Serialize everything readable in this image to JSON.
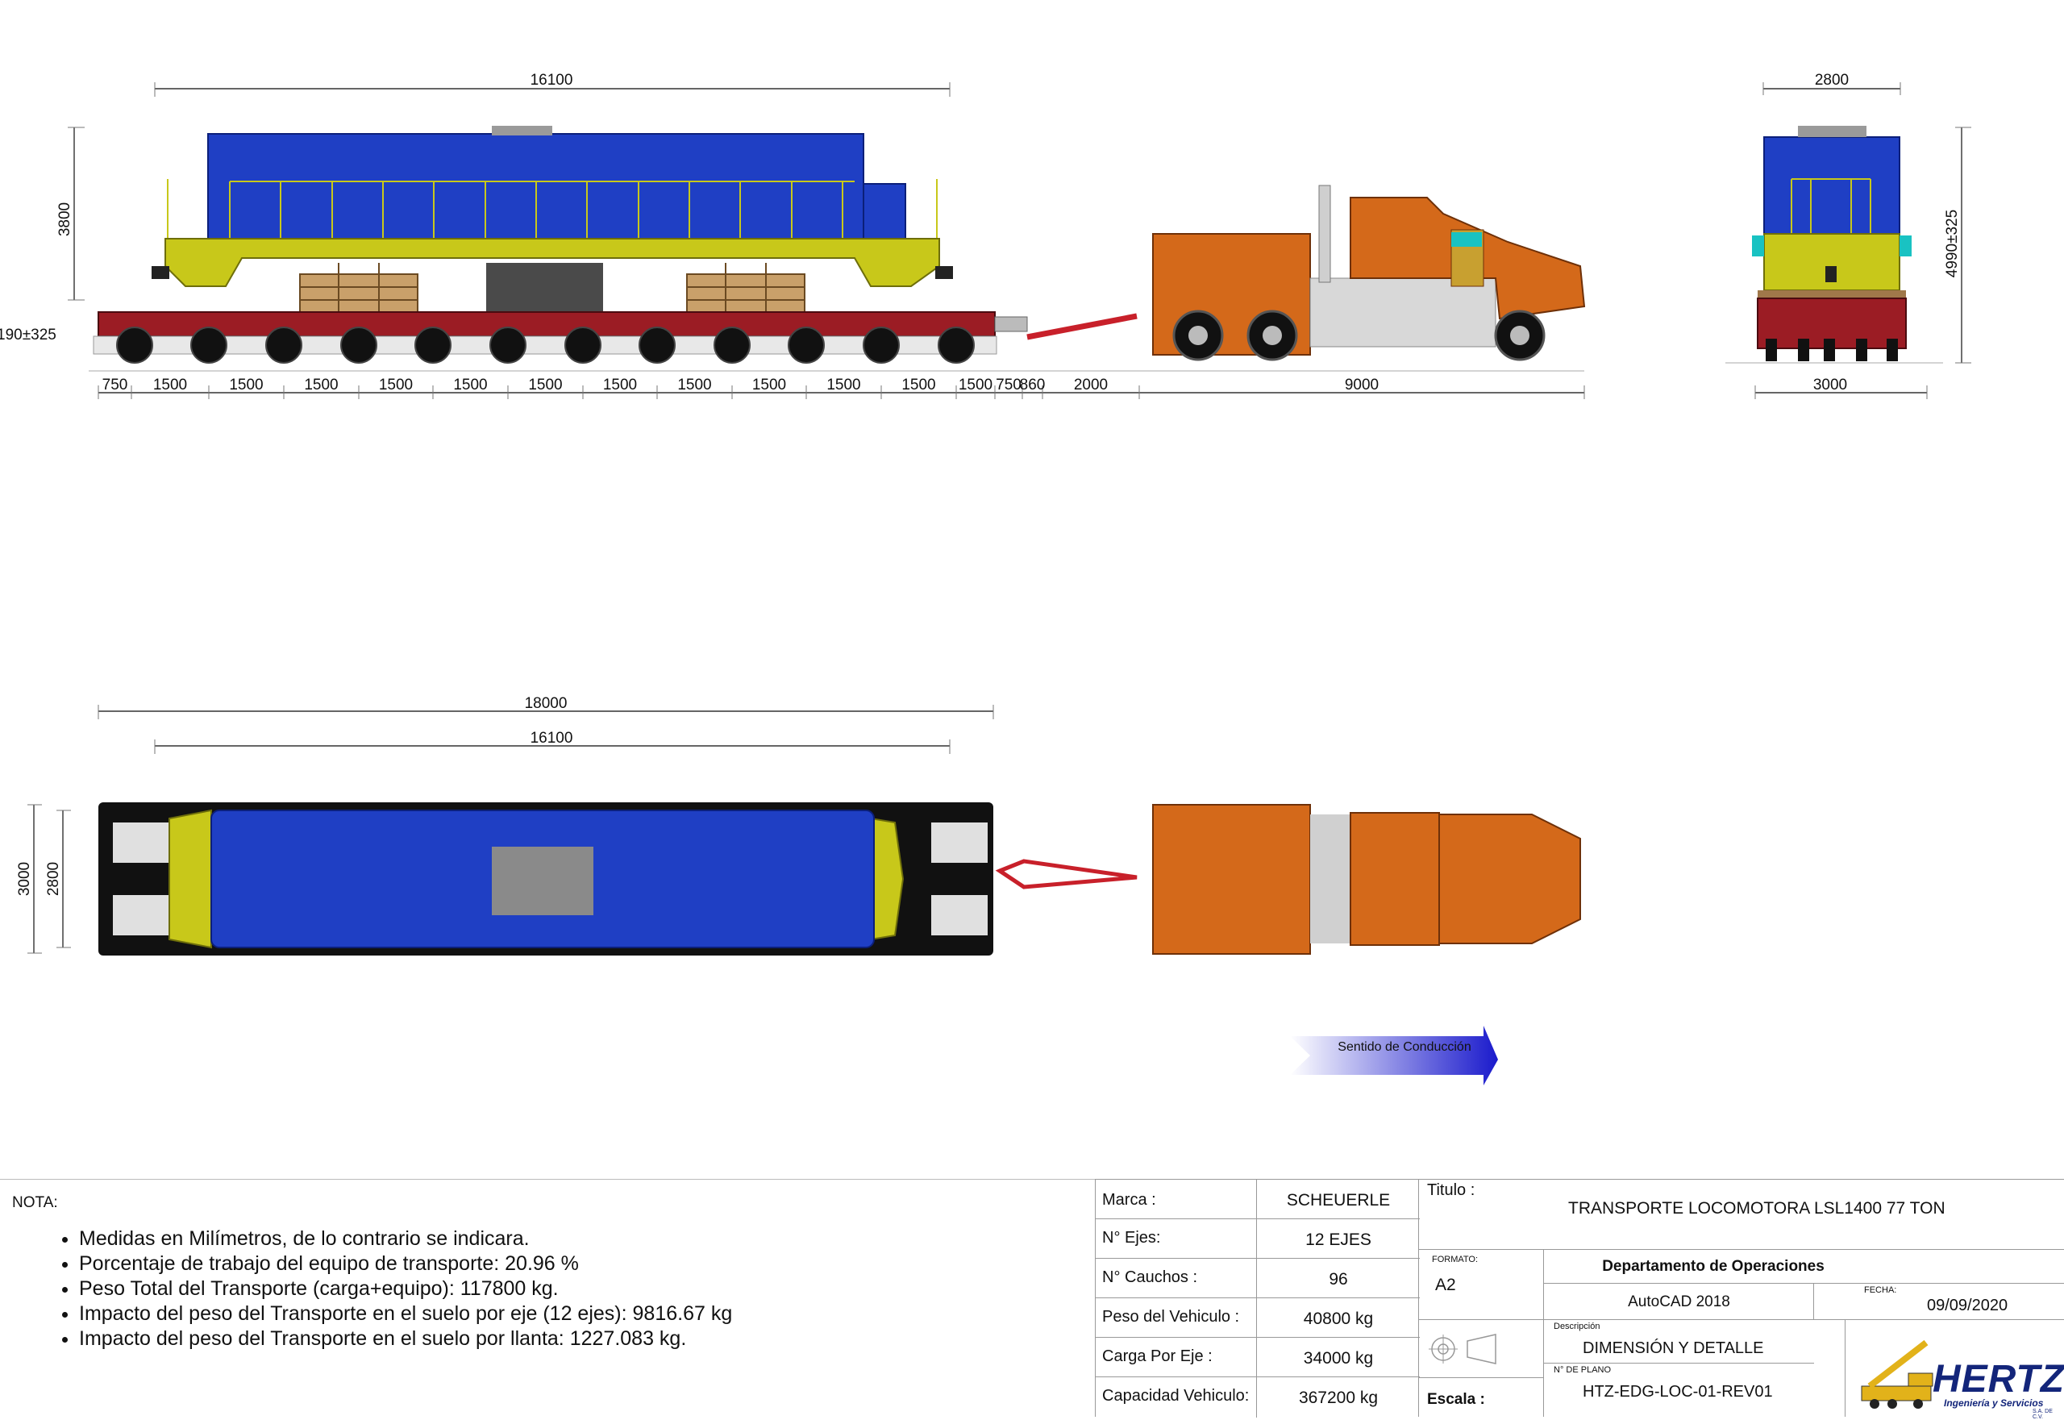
{
  "dimensions": {
    "side_overall": "16100",
    "side_height": "3800",
    "side_ground": "190±325",
    "axle_spacing": [
      "750",
      "1500",
      "1500",
      "1500",
      "1500",
      "1500",
      "1500",
      "1500",
      "1500",
      "1500",
      "1500",
      "1500",
      "1500",
      "750",
      "860",
      "2000",
      "9000"
    ],
    "front_width_top": "2800",
    "front_width_bottom": "3000",
    "front_height": "4990±325",
    "top_overall": "18000",
    "top_locomotive": "16100",
    "top_width_outer": "3000",
    "top_width_inner": "2800"
  },
  "direction": {
    "label": "Sentido de Conducción"
  },
  "notes": {
    "title": "NOTA:",
    "items": [
      "Medidas en Milímetros, de lo contrario se indicara.",
      "Porcentaje de trabajo del equipo de transporte: 20.96 %",
      "Peso Total del Transporte (carga+equipo):  117800 kg.",
      "Impacto del peso del Transporte en el suelo por eje (12 ejes):  9816.67 kg",
      "Impacto del peso del Transporte en el suelo por llanta: 1227.083 kg."
    ]
  },
  "specs": [
    {
      "label": "Marca :",
      "value": "SCHEUERLE"
    },
    {
      "label": "N° Ejes:",
      "value": "12 EJES"
    },
    {
      "label": "N° Cauchos :",
      "value": "96"
    },
    {
      "label": "Peso del Vehiculo :",
      "value": "40800 kg"
    },
    {
      "label": "Carga Por Eje :",
      "value": "34000 kg"
    },
    {
      "label": "Capacidad Vehiculo:",
      "value": "367200 kg"
    }
  ],
  "titleblock": {
    "titulo_label": "Titulo :",
    "titulo": "TRANSPORTE  LOCOMOTORA LSL1400 77 TON",
    "formato_label": "FORMATO:",
    "formato": "A2",
    "departamento": "Departamento de Operaciones",
    "software": "AutoCAD 2018",
    "fecha_label": "FECHA:",
    "fecha": "09/09/2020",
    "descripcion_label": "Descripción",
    "descripcion": "DIMENSIÓN Y DETALLE",
    "plano_label": "N° DE PLANO",
    "plano": "HTZ-EDG-LOC-01-REV01",
    "escala_label": "Escala :",
    "logo_text": "HERTZ",
    "logo_sub": "Ingeniería y Servicios",
    "logo_sa": "S.A. DE C.V."
  },
  "colors": {
    "locomotive_body": "#1f3fc4",
    "frame_yellow": "#c8c81a",
    "trailer_red": "#9b1c24",
    "truck_orange": "#d4691a",
    "arrow_blue": "#1a1acc"
  }
}
